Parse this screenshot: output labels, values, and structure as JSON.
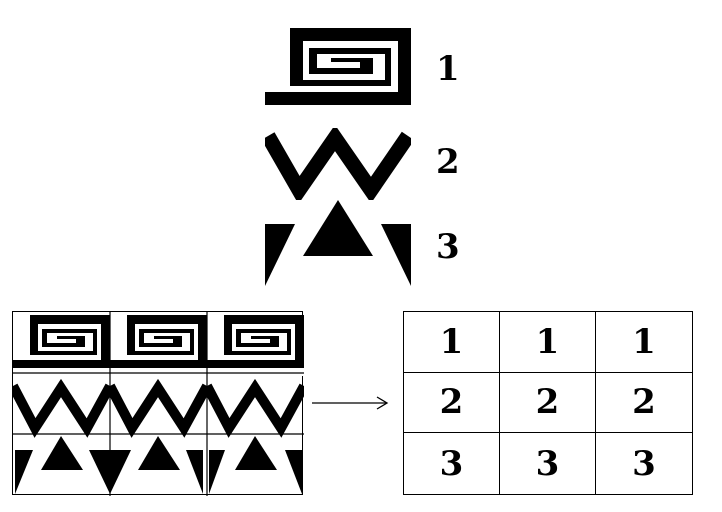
{
  "legend": {
    "items": [
      {
        "number": "1",
        "motif": "spiral-meander-icon"
      },
      {
        "number": "2",
        "motif": "zigzag-icon"
      },
      {
        "number": "3",
        "motif": "triangles-icon"
      }
    ]
  },
  "result_grid": {
    "rows": [
      [
        "1",
        "1",
        "1"
      ],
      [
        "2",
        "2",
        "2"
      ],
      [
        "3",
        "3",
        "3"
      ]
    ]
  },
  "arrow": {
    "symbol": "→"
  },
  "colors": {
    "ink": "#000000",
    "paper": "#ffffff"
  }
}
